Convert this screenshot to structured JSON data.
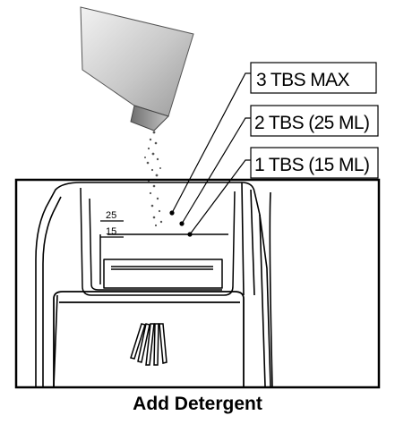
{
  "caption": "Add Detergent",
  "labels": {
    "max": "3 TBS MAX",
    "two": "2 TBS (25 ML)",
    "one": "1 TBS (15 ML)"
  },
  "cup_marks": {
    "upper": "25",
    "lower": "15"
  },
  "colors": {
    "line": "#000000",
    "scoop_light": "#dcdcdc",
    "scoop_dark": "#8a8a8a",
    "background": "#ffffff"
  }
}
